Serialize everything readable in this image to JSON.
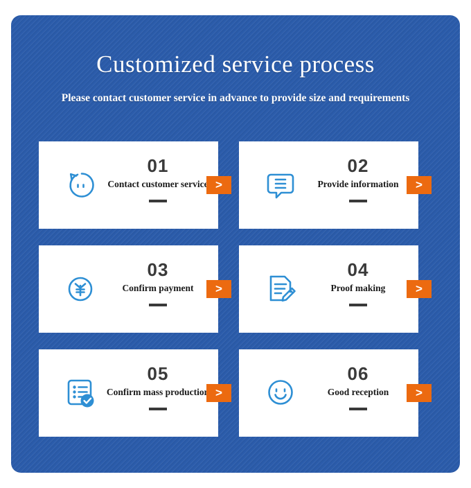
{
  "panel": {
    "background_color": "#2B5CAB",
    "accent_color": "#EC6A10",
    "icon_color": "#2E8FD4"
  },
  "header": {
    "title": "Customized service process",
    "subtitle": "Please contact customer service in advance to provide size and requirements"
  },
  "arrow_label": ">",
  "steps": [
    {
      "number": "01",
      "label": "Contact customer service",
      "icon": "face-reload-icon"
    },
    {
      "number": "02",
      "label": "Provide information",
      "icon": "speech-bubble-lines-icon"
    },
    {
      "number": "03",
      "label": "Confirm payment",
      "icon": "yuan-currency-circle-icon"
    },
    {
      "number": "04",
      "label": "Proof making",
      "icon": "document-pencil-icon"
    },
    {
      "number": "05",
      "label": "Confirm mass production",
      "icon": "checklist-check-icon"
    },
    {
      "number": "06",
      "label": "Good reception",
      "icon": "smiley-face-icon"
    }
  ]
}
